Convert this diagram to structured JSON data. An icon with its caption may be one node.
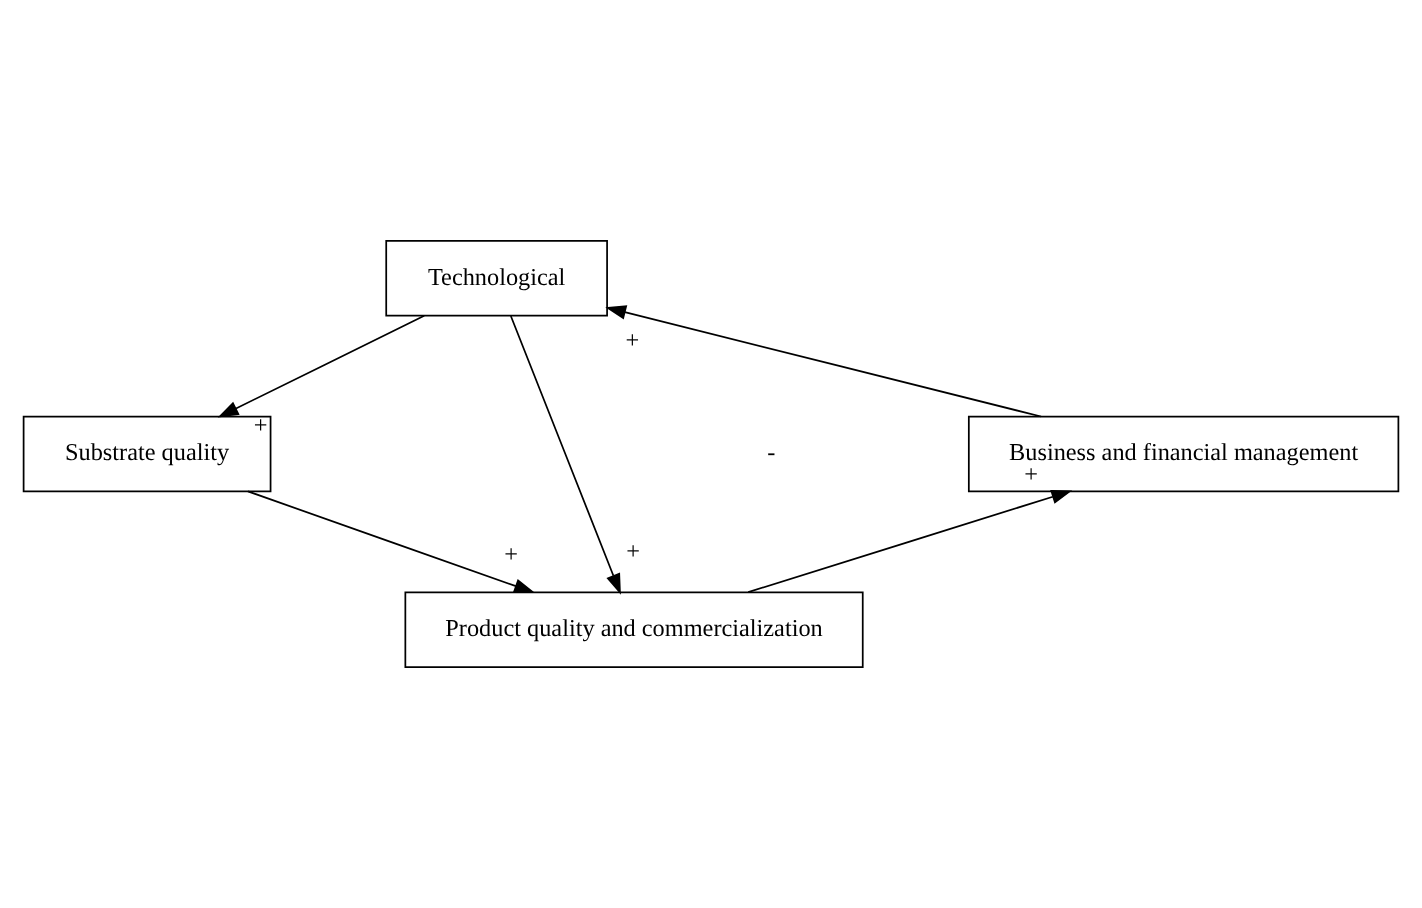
{
  "diagram": {
    "nodes": [
      {
        "text": [
          "Technological"
        ]
      },
      {
        "text": [
          "Substrate quality"
        ]
      },
      {
        "text": [
          "Business and financial management"
        ]
      },
      {
        "text": [
          "Product quality and commercialization"
        ]
      }
    ],
    "edges": [
      {
        "from": 0,
        "to": 1,
        "arrow": "to",
        "label": "+"
      },
      {
        "from": 1,
        "to": 3,
        "arrow": "to",
        "label": "+"
      },
      {
        "from": 0,
        "to": 3,
        "arrow": "to",
        "label": "+"
      },
      {
        "from": 3,
        "to": 2,
        "arrow": "to",
        "label": "+"
      },
      {
        "from": 2,
        "to": 0,
        "arrow": "to",
        "label": "+"
      }
    ],
    "labels": [
      "-"
    ]
  }
}
